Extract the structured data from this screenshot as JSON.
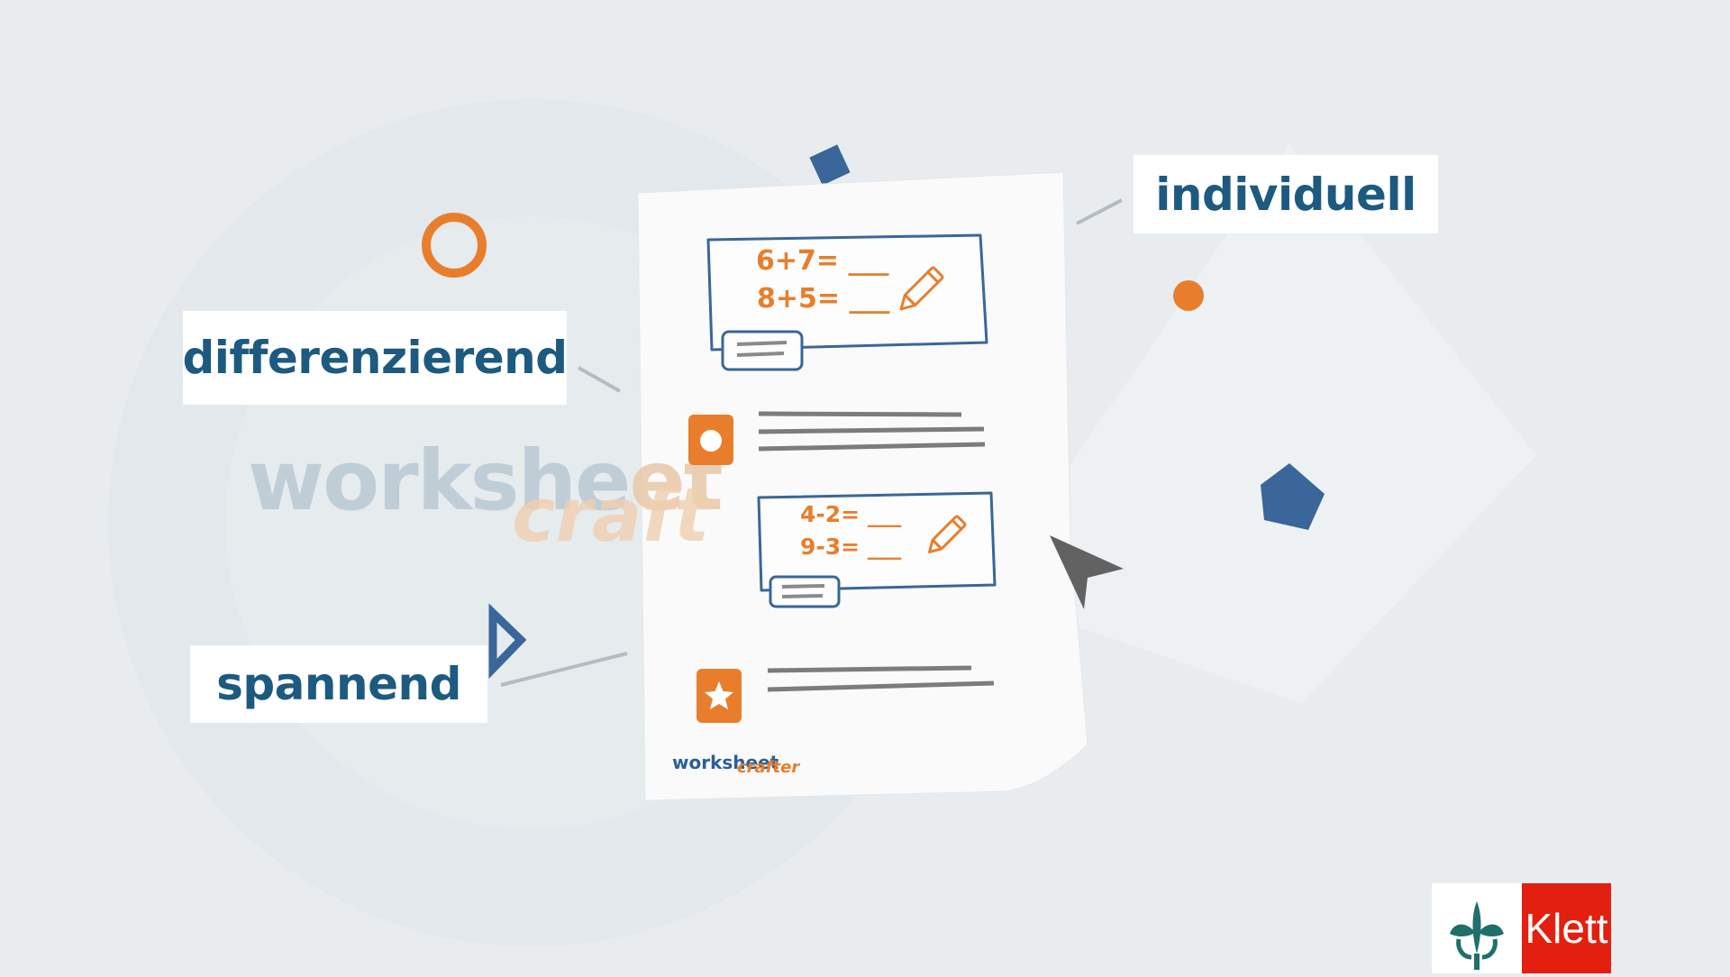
{
  "labels": {
    "differenzierend": "differenzierend",
    "individuell": "individuell",
    "spannend": "spannend"
  },
  "watermark": {
    "word": "workshe",
    "owl_word": "et",
    "script": "craft"
  },
  "worksheet": {
    "box1": {
      "line1": "6+7= ___",
      "line2": "8+5= ___"
    },
    "box2": {
      "line1": "4-2= ___",
      "line2": "9-3= ___"
    },
    "footer_logo": {
      "word": "worksheet",
      "script": "crafter"
    }
  },
  "brand": {
    "name": "Klett"
  },
  "icons": {
    "pencil": "pencil-icon",
    "circle_task": "orange-square-circle-icon",
    "star_task": "orange-square-star-icon",
    "cursor": "cursor-arrow-icon"
  },
  "colors": {
    "background": "#e8ecef",
    "navy": "#1c5a80",
    "blue": "#3a6699",
    "orange": "#e87e2c",
    "klett_red": "#e3200f"
  }
}
